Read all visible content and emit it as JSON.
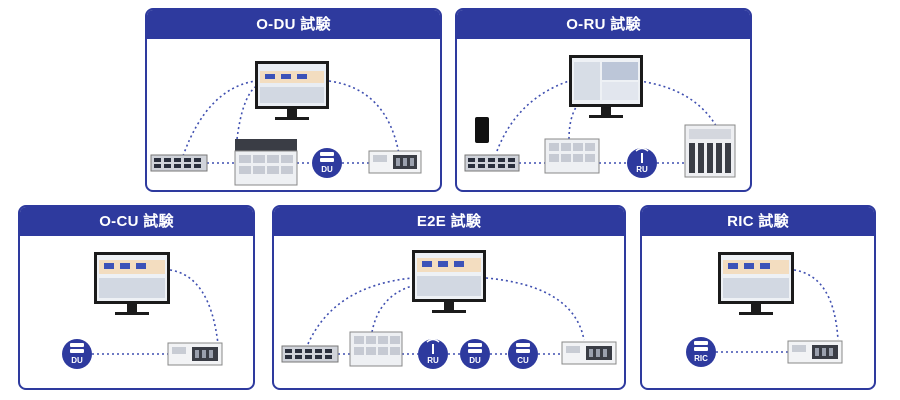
{
  "panels": {
    "odu": {
      "title": "O-DU 試験",
      "node_labels": [
        "DU"
      ]
    },
    "oru": {
      "title": "O-RU 試験",
      "node_labels": [
        "RU"
      ]
    },
    "ocu": {
      "title": "O-CU 試験",
      "node_labels": [
        "DU"
      ]
    },
    "e2e": {
      "title": "E2E 試験",
      "node_labels": [
        "RU",
        "DU",
        "CU"
      ]
    },
    "ric": {
      "title": "RIC 試験",
      "node_labels": [
        "RIC"
      ]
    }
  },
  "colors": {
    "panel_border": "#2e3a9e",
    "header_bg": "#2e3a9e",
    "node_circle": "#2e3a9e",
    "dotted_link": "#3f4fb0"
  },
  "icons": {
    "monitor": "monitor-icon",
    "server_rack": "server-rack-icon",
    "core_node": "server-node-icon",
    "radio_unit": "antenna-icon",
    "test_instrument": "test-instrument-icon",
    "smartphone": "smartphone-icon",
    "network_switch": "switch-icon"
  }
}
